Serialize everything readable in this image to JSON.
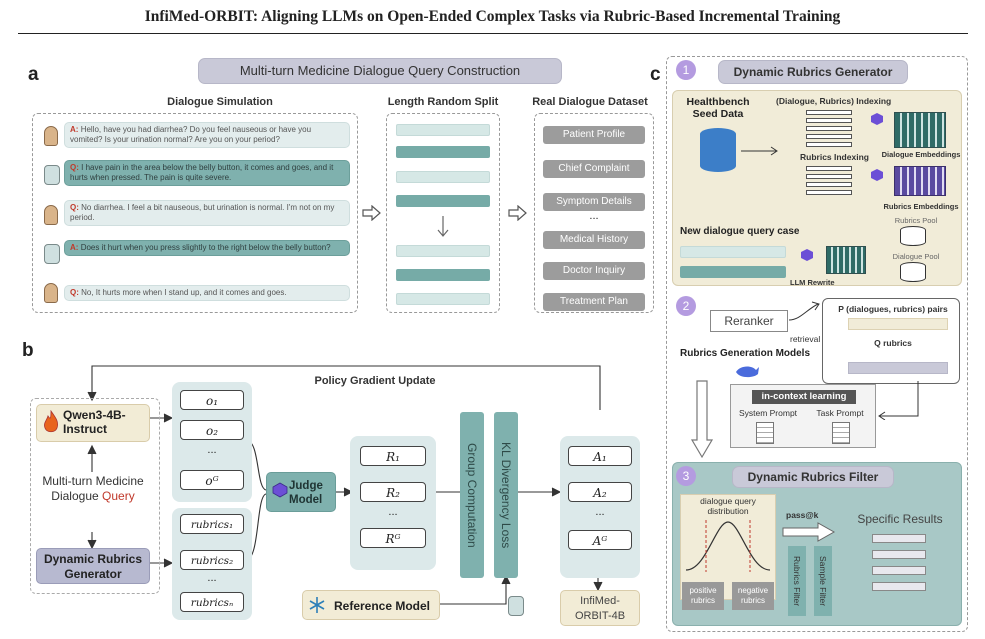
{
  "header": {
    "title": "InfiMed-ORBIT: Aligning LLMs on Open-Ended Complex Tasks via Rubric-Based Incremental Training"
  },
  "panel_a": {
    "letter": "a",
    "title": "Multi-turn Medicine Dialogue Query Construction",
    "col1_title": "Dialogue Simulation",
    "col2_title": "Length Random Split",
    "col3_title": "Real Dialogue Dataset",
    "dialogue": [
      {
        "speaker": "A:",
        "text": "Hello, have you had diarrhea? Do you feel nauseous or have you vomited? Is your urination normal? Are you on your period?"
      },
      {
        "speaker": "Q:",
        "text": "I have pain in the area below the belly button, it comes and goes, and it hurts when pressed. The pain is quite severe."
      },
      {
        "speaker": "Q:",
        "text": "No diarrhea. I feel a bit nauseous, but urination is normal. I'm not on my period."
      },
      {
        "speaker": "A:",
        "text": "Does it hurt when you press slightly to the right below the belly button?"
      },
      {
        "speaker": "Q:",
        "text": "No, It hurts more when I stand up, and it comes and goes."
      }
    ],
    "dataset": [
      "Patient Profile",
      "Chief Complaint",
      "Symptom Details",
      "...",
      "Medical History",
      "Doctor Inquiry",
      "Treatment Plan"
    ]
  },
  "panel_b": {
    "letter": "b",
    "policy_title": "Policy Gradient Update",
    "qwen": "Qwen3-4B-Instruct",
    "query_line1": "Multi-turn Medicine",
    "query_line2": "Dialogue",
    "query_word": "Query",
    "drg_line1": "Dynamic Rubrics",
    "drg_line2": "Generator",
    "outputs": [
      "o₁",
      "o₂",
      "...",
      "oᴳ"
    ],
    "rubrics": [
      "rubrics₁",
      "rubrics₂",
      "...",
      "rubricsₙ"
    ],
    "judge_line1": "Judge",
    "judge_line2": "Model",
    "rewards": [
      "R₁",
      "R₂",
      "...",
      "Rᴳ"
    ],
    "group": "Group Computation",
    "kl": "KL Divergency Loss",
    "advantages": [
      "A₁",
      "A₂",
      "...",
      "Aᴳ"
    ],
    "reference": "Reference Model",
    "final_line1": "InfiMed-",
    "final_line2": "ORBIT-4B"
  },
  "panel_c": {
    "letter": "c",
    "step1": "1",
    "step2": "2",
    "step3": "3",
    "title1": "Dynamic Rubrics Generator",
    "seed_line1": "Healthbench",
    "seed_line2": "Seed Data",
    "indexing1": "(Dialogue, Rubrics) Indexing",
    "indexing2": "Rubrics Indexing",
    "dialogue_emb": "Dialogue Embeddings",
    "rubrics_emb": "Rubrics Embeddings",
    "rubrics_pool": "Rubrics Pool",
    "dialogue_pool": "Dialogue Pool",
    "new_case": "New dialogue query case",
    "llm_rewrite": "LLM Rewrite",
    "reranker": "Reranker",
    "retrieval": "retrieval",
    "pairs": "P (dialogues, rubrics) pairs",
    "q_rubrics": "Q rubrics",
    "gen_models": "Rubrics Generation Models",
    "icl": "in-context learning",
    "system_prompt": "System Prompt",
    "task_prompt": "Task Prompt",
    "title3": "Dynamic Rubrics Filter",
    "dist_line1": "dialogue query",
    "dist_line2": "distribution",
    "pass": "pass@k",
    "specific": "Specific Results",
    "positive_line1": "positive",
    "positive_line2": "rubrics",
    "negative_line1": "negative",
    "negative_line2": "rubrics",
    "rubrics_filter": "Rubrics Filter",
    "sample_filter": "Sample Filter"
  },
  "colors": {
    "teal": "#7fb1ae",
    "light_teal": "#dce9ea",
    "accent_red": "#c0392b",
    "cream": "#f2ecd6",
    "lavender": "#c9c9d8"
  }
}
